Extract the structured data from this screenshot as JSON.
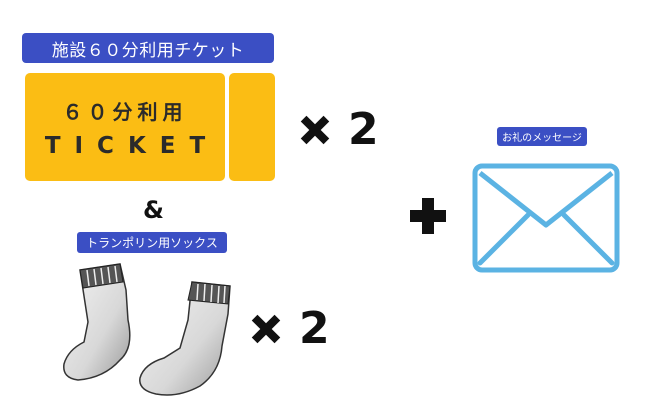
{
  "facility_label": "施設６０分利用チケット",
  "ticket": {
    "title": "６０分利用",
    "subtitle": "TICKET"
  },
  "ticket_multiplier": {
    "symbol": "✖",
    "count": "2"
  },
  "ampersand": "&",
  "socks_label": "トランポリン用ソックス",
  "socks_multiplier": {
    "symbol": "✖",
    "count": "2"
  },
  "plus_symbol": "+",
  "message_label": "お礼のメッセージ",
  "colors": {
    "label_bg": "#3b4fc4",
    "ticket_yellow": "#fbbd14",
    "envelope_blue": "#5bb3e3"
  },
  "icons": [
    "cross-mark-icon",
    "socks-icon",
    "plus-icon",
    "envelope-icon"
  ]
}
